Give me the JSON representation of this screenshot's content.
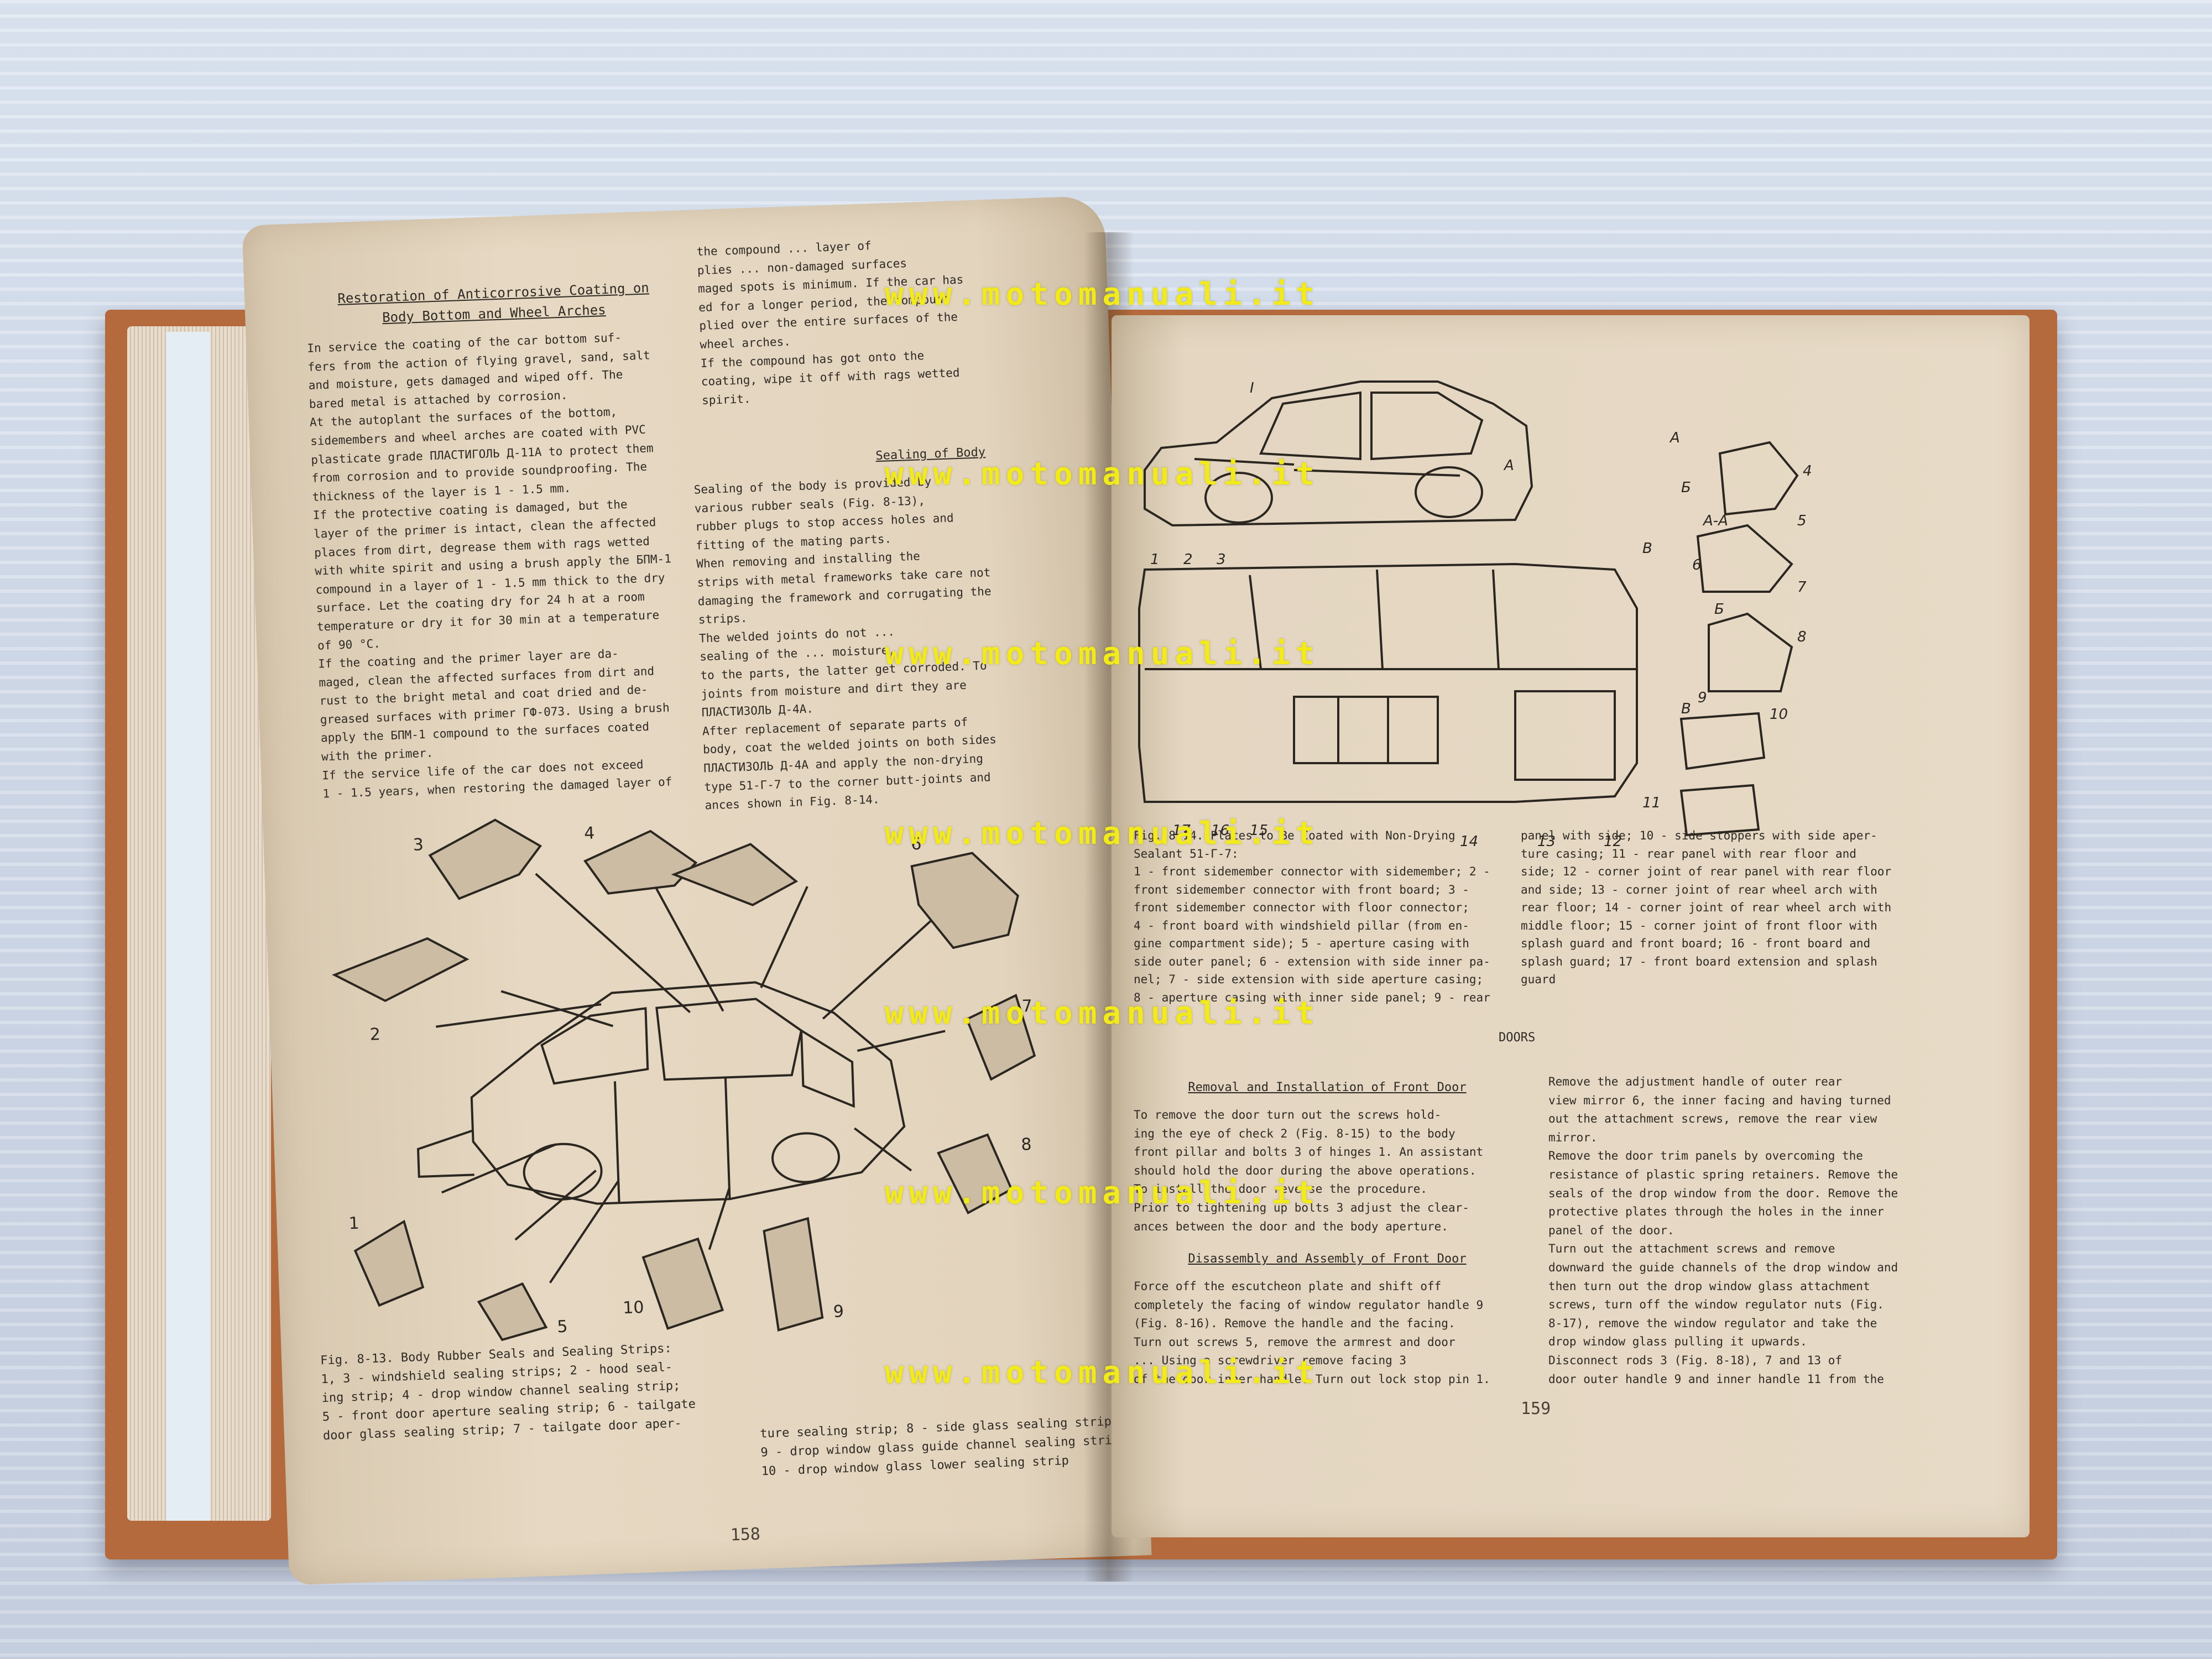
{
  "left_page": {
    "heading": "Restoration of Anticorrosive Coating on\nBody Bottom and Wheel Arches",
    "col1": "In service the coating of the car bottom suf-\nfers from the action of flying gravel, sand, salt\nand moisture, gets damaged and wiped off. The\nbared metal is attached by corrosion.\n   At the autoplant the surfaces of the bottom,\nsidemembers and wheel arches are coated with PVC\nplasticate grade ПЛАСТИГОЛЬ Д-11А to protect them\nfrom corrosion and to provide soundproofing. The\nthickness of the layer is 1 - 1.5 mm.\n   If the protective coating is damaged, but the\nlayer of the primer is intact, clean the affected\nplaces from dirt, degrease them with rags wetted\nwith white spirit and using a brush apply the БПМ-1\ncompound in a layer of 1 - 1.5 mm thick to the dry\nsurface. Let the coating dry for 24 h at a room\ntemperature or dry it for 30 min at a temperature\nof 90 °C.\n   If the coating and the primer layer are da-\nmaged, clean the affected surfaces from dirt and\nrust to the bright metal and coat dried and de-\ngreased surfaces with primer ГФ-073. Using a brush\napply the БПМ-1 compound to the surfaces coated\nwith the primer.\n   If the service life of the car does not exceed\n1 - 1.5 years, when restoring the damaged layer of",
    "col2_top": "the compound ... layer of\nplies ... non-damaged surfaces\nmaged spots is minimum. If the car has\ned for a longer period, the compound\nplied over the entire surfaces of the\nwheel arches.\n   If the compound has got onto the\ncoating, wipe it off with rags wetted\nspirit.",
    "col2_heading": "Sealing of Body",
    "col2_body": "Sealing of the body is provided by\nvarious rubber seals (Fig. 8-13),\nrubber plugs to stop access holes and\nfitting of the mating parts.\n   When removing and installing the\nstrips with metal frameworks take care not\ndamaging the framework and corrugating the\nstrips.\n   The welded joints do not ...\nsealing of the ... moisture,\nto the parts, the latter get corroded. To\njoints from moisture and dirt they are\nПЛАСТИЗОЛЬ Д-4А.\n   After replacement of separate parts of\nbody, coat the welded joints on both sides\nПЛАСТИЗОЛЬ Д-4А and apply the non-drying\ntype 51-Г-7 to the corner butt-joints and\nances shown in Fig. 8-14.",
    "caption": "Fig. 8-13. Body Rubber Seals and Sealing Strips:\n1, 3 - windshield sealing strips; 2 - hood seal-\ning strip; 4 - drop window channel sealing strip;\n5 - front door aperture sealing strip; 6 - tailgate\ndoor glass sealing strip; 7 - tailgate door aper-",
    "caption_cont": "ture sealing strip; 8 - side glass sealing strip;\n9 - drop window glass guide channel sealing strip;\n10 - drop window glass lower sealing strip",
    "page_number": "158",
    "callouts": [
      "1",
      "2",
      "3",
      "4",
      "5",
      "6",
      "7",
      "8",
      "9",
      "10"
    ]
  },
  "right_page": {
    "fig_caption_col1": "Fig. 8-14. Places to Be Coated with Non-Drying\nSealant 51-Г-7:\n1 - front sidemember connector with sidemember; 2 -\nfront sidemember connector with front board; 3 -\nfront sidemember connector with floor connector;\n4 - front board with windshield pillar (from en-\ngine compartment side); 5 - aperture casing with\nside outer panel; 6 - extension with side inner pa-\nnel; 7 - side extension with side aperture casing;\n8 - aperture casing with inner side panel; 9 - rear",
    "fig_caption_col2": "panel with side; 10 - side stoppers with side aper-\nture casing; 11 - rear panel with rear floor and\nside; 12 - corner joint of rear panel with rear floor\nand side; 13 - corner joint of rear wheel arch with\nrear floor; 14 - corner joint of rear wheel arch with\nmiddle floor; 15 - corner joint of front floor with\nsplash guard and front board; 16 - front board and\nsplash guard; 17 - front board extension and splash\nguard",
    "section_title": "DOORS",
    "sub1": "Removal and Installation of Front Door",
    "sub1_body": "   To remove the door turn out the screws hold-\ning the eye of check 2 (Fig. 8-15) to the body\nfront pillar and bolts 3 of hinges 1. An assistant\nshould hold the door during the above operations.\n   To install the door reverse the procedure.\nPrior to tightening up bolts 3 adjust the clear-\nances between the door and the body aperture.",
    "sub2": "Disassembly and Assembly of Front Door",
    "sub2_body": "   Force off the escutcheon plate and shift off\ncompletely the facing of window regulator handle 9\n(Fig. 8-16). Remove the handle and the facing.\n   Turn out screws 5, remove the armrest and door\n... Using a screwdriver remove facing 3\nof the door inner handle. Turn out lock stop pin 1.",
    "col2_body": "   Remove the adjustment handle of outer rear\nview mirror 6, the inner facing and having turned\nout the attachment screws, remove the rear view\nmirror.\n   Remove the door trim panels by overcoming the\nresistance of plastic spring retainers. Remove the\nseals of the drop window from the door. Remove the\nprotective plates through the holes in the inner\npanel of the door.\n   Turn out the attachment screws and remove\ndownward the guide channels of the drop window and\nthen turn out the drop window glass attachment\nscrews, turn off the window regulator nuts (Fig.\n8-17), remove the window regulator and take the\ndrop window glass pulling it upwards.\n   Disconnect rods 3 (Fig. 8-18), 7 and 13 of\ndoor outer handle 9 and inner handle 11 from the",
    "page_number": "159",
    "callouts": [
      "1",
      "2",
      "3",
      "I",
      "А",
      "А",
      "Б",
      "В",
      "А-А",
      "Б",
      "В",
      "4",
      "5",
      "6",
      "7",
      "8",
      "9",
      "10",
      "11",
      "12",
      "13",
      "14",
      "15",
      "16",
      "17"
    ]
  },
  "watermark": "www.motomanuali.it"
}
